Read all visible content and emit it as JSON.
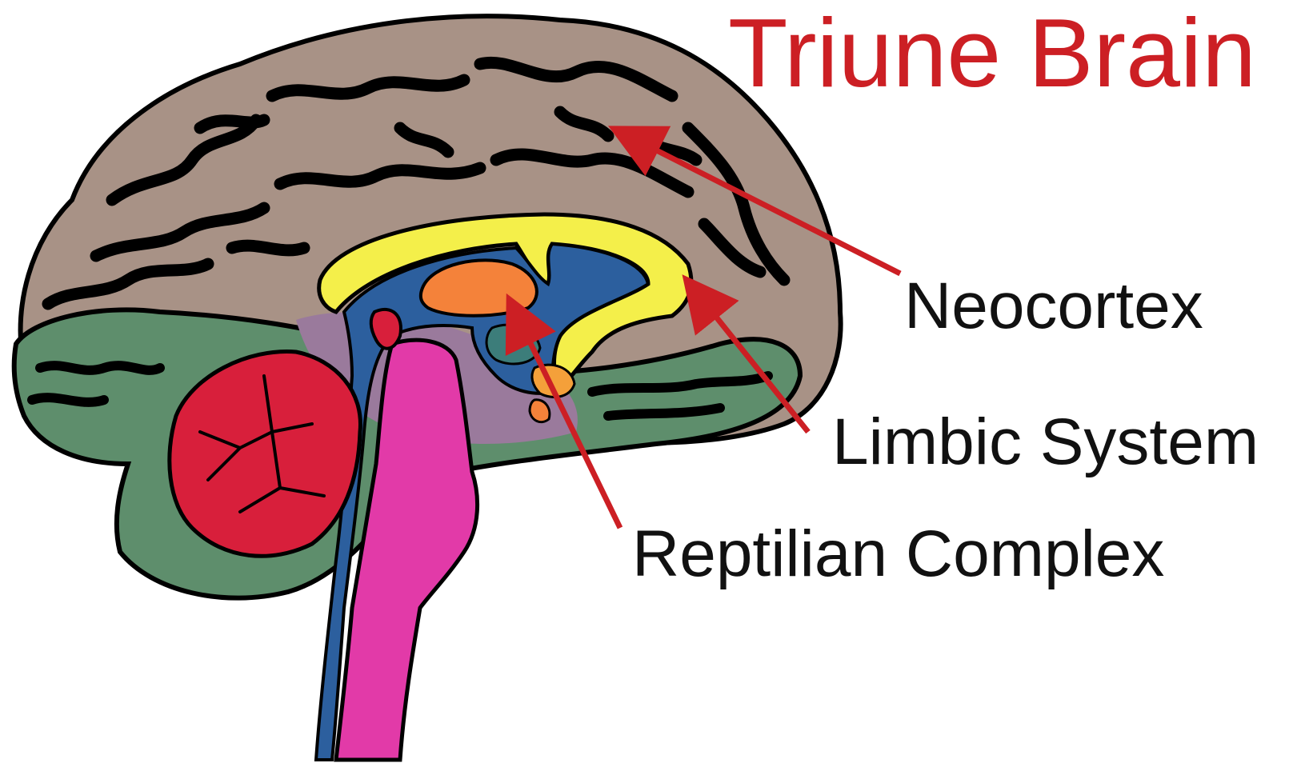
{
  "diagram": {
    "title": "Triune Brain",
    "labels": {
      "neocortex": "Neocortex",
      "limbic": "Limbic System",
      "reptilian": "Reptilian Complex"
    }
  },
  "colors": {
    "title": "#cc1f24",
    "arrows": "#cc1f24",
    "label_text": "#111111",
    "neocortex": "#a89286",
    "lower_cortex": "#5e8e6c",
    "cingulate": "#f4ef4a",
    "ventricle": "#2c5f9e",
    "thalamus": "#f4823a",
    "cerebellum": "#d81f3b",
    "brainstem": "#e23aa8",
    "midbrain_tissue": "#9a7a9c"
  }
}
